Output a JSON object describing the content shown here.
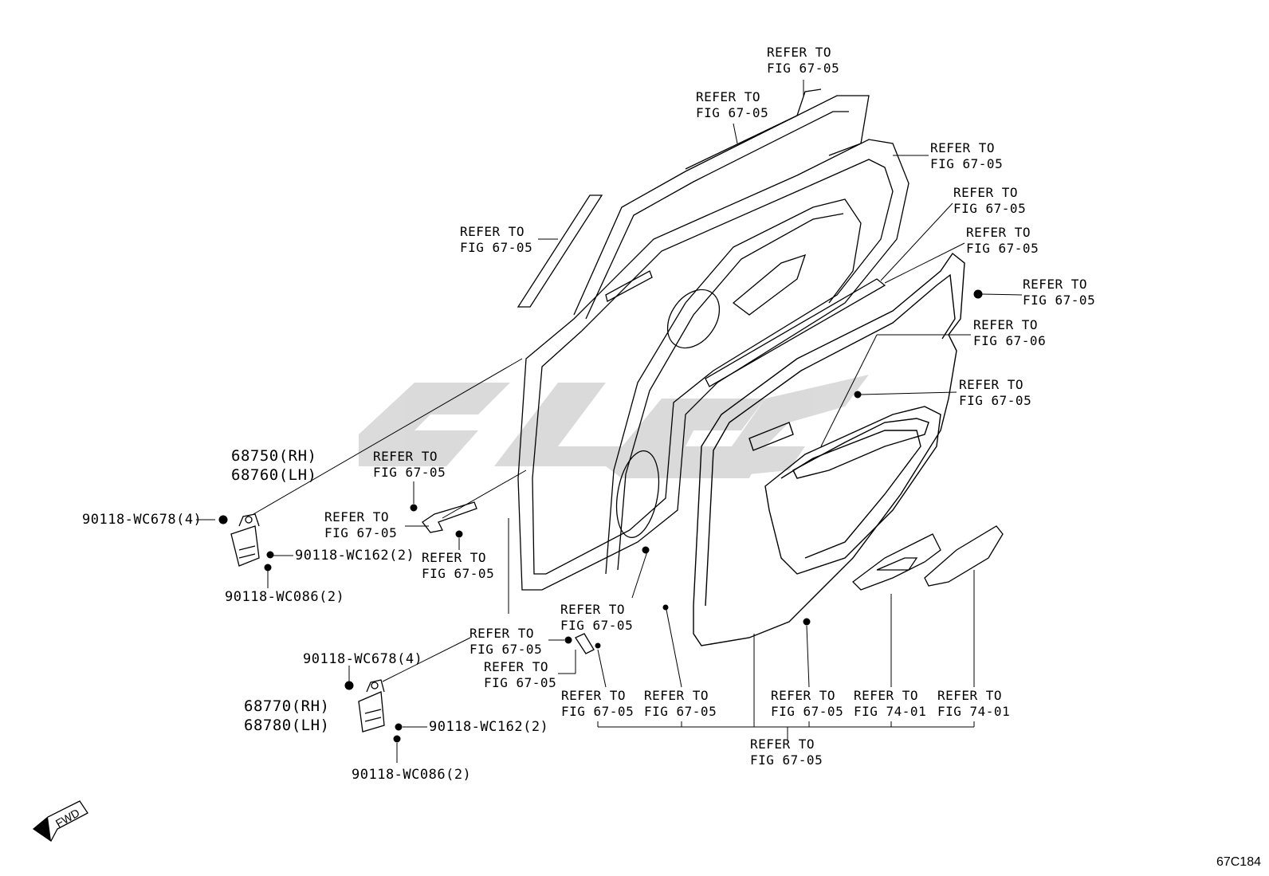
{
  "refer": {
    "top1": [
      "REFER TO",
      "FIG 67-05"
    ],
    "top2": [
      "REFER TO",
      "FIG 67-05"
    ],
    "r1": [
      "REFER TO",
      "FIG 67-05"
    ],
    "r2": [
      "REFER TO",
      "FIG 67-05"
    ],
    "r3": [
      "REFER TO",
      "FIG 67-05"
    ],
    "r4": [
      "REFER TO",
      "FIG 67-05"
    ],
    "r5": [
      "REFER TO",
      "FIG 67-06"
    ],
    "r6": [
      "REFER TO",
      "FIG 67-05"
    ],
    "left1": [
      "REFER TO",
      "FIG 67-05"
    ],
    "mid1": [
      "REFER TO",
      "FIG 67-05"
    ],
    "mid2": [
      "REFER TO",
      "FIG 67-05"
    ],
    "mid3": [
      "REFER TO",
      "FIG 67-05"
    ],
    "c1": [
      "REFER TO",
      "FIG 67-05"
    ],
    "c2": [
      "REFER TO",
      "FIG 67-05"
    ],
    "c3": [
      "REFER TO",
      "FIG 67-05"
    ],
    "b1": [
      "REFER TO",
      "FIG 67-05"
    ],
    "b2": [
      "REFER TO",
      "FIG 67-05"
    ],
    "b3": [
      "REFER TO",
      "FIG 67-05"
    ],
    "b4": [
      "REFER TO",
      "FIG 74-01"
    ],
    "b5": [
      "REFER TO",
      "FIG 74-01"
    ],
    "b6": [
      "REFER TO",
      "FIG 67-05"
    ]
  },
  "parts": {
    "upper_hinge": [
      "68750(RH)",
      "68760(LH)"
    ],
    "lower_hinge": [
      "68770(RH)",
      "68780(LH)"
    ],
    "bolt_upper": "90118-WC678(4)",
    "nut_upper": "90118-WC162(2)",
    "washer_upper": "90118-WC086(2)",
    "bolt_lower": "90118-WC678(4)",
    "nut_lower": "90118-WC162(2)",
    "washer_lower": "90118-WC086(2)"
  },
  "fwd_label": "FWD",
  "figure_id": "67C184",
  "colors": {
    "line": "#000000",
    "watermark": "#d9d9d9",
    "background": "#ffffff"
  }
}
